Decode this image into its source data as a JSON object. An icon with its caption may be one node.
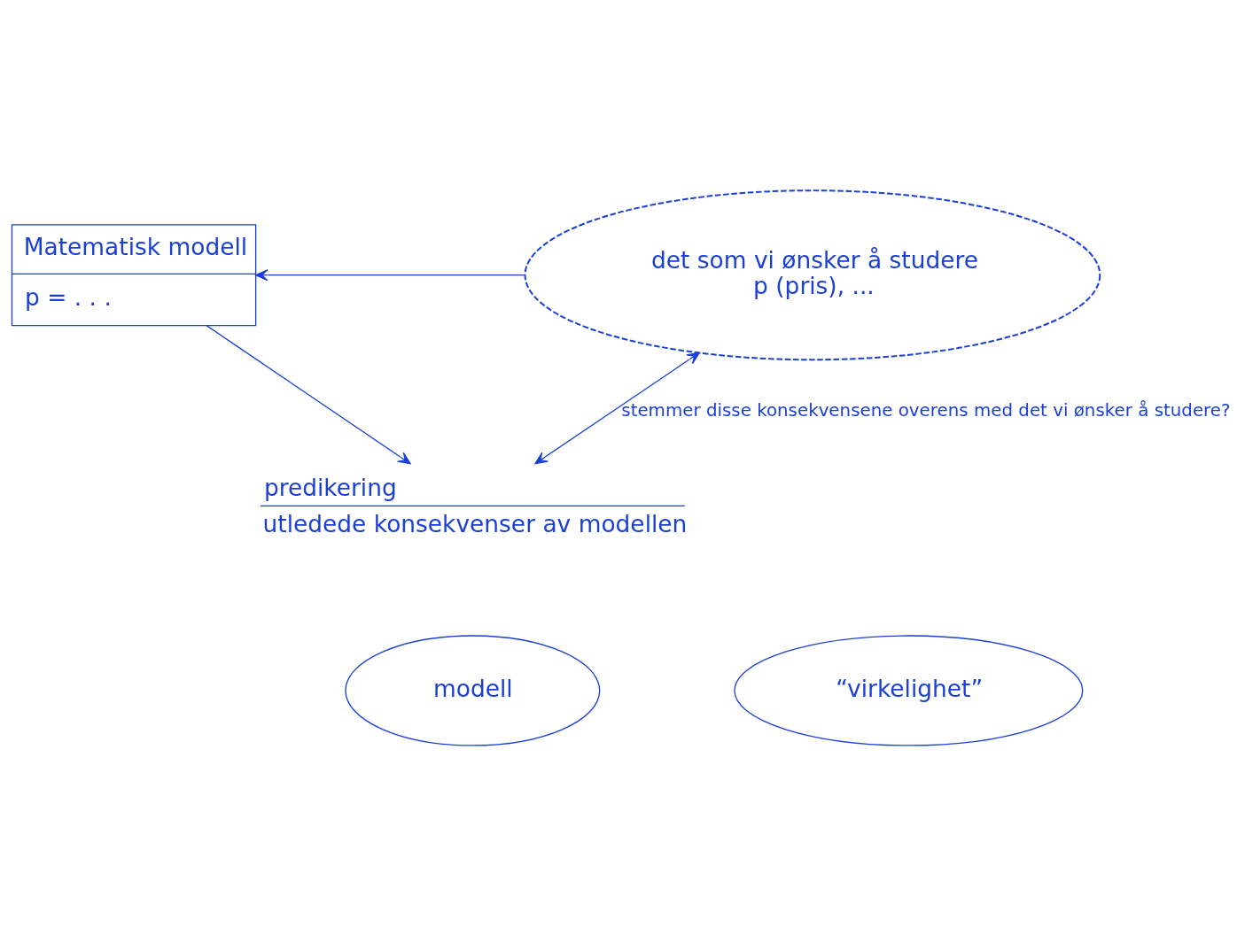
{
  "diagram": {
    "nodes": [
      {
        "text": [
          "Matematisk modell",
          "p = . . ."
        ]
      },
      {
        "text": [
          "predikering",
          "utledede konsekvenser av modellen"
        ]
      },
      {
        "text": [
          "det som vi ønsker å studere",
          "p (pris), ..."
        ]
      },
      {
        "text": [
          "modell"
        ]
      },
      {
        "text": [
          "“virkelighet”"
        ]
      }
    ],
    "edges": [
      {
        "from": 2,
        "to": 0,
        "arrow": "to"
      },
      {
        "from": 0,
        "to": 1,
        "arrow": "to"
      },
      {
        "from": 1,
        "to": 2,
        "arrow": "both",
        "label": "stemmer disse konsekvensene overens med det vi ønsker å studere?"
      }
    ]
  }
}
